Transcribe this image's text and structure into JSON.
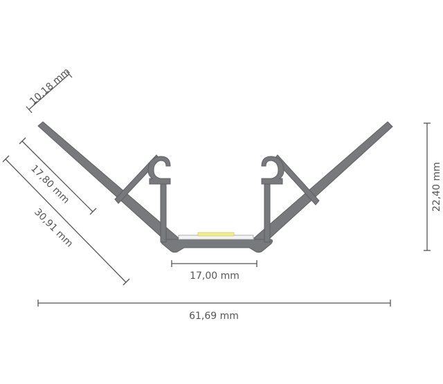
{
  "dimensions": {
    "top_width": "10,18 mm",
    "height_inner": "17,80 mm",
    "height_outer": "30,91 mm",
    "total_height": "22,40 mm",
    "base_width": "17,00 mm",
    "total_width": "61,69 mm"
  },
  "colors": {
    "profile": "#77797c",
    "dimension_lines": "#555555",
    "led_chip": "#f2ee88"
  }
}
